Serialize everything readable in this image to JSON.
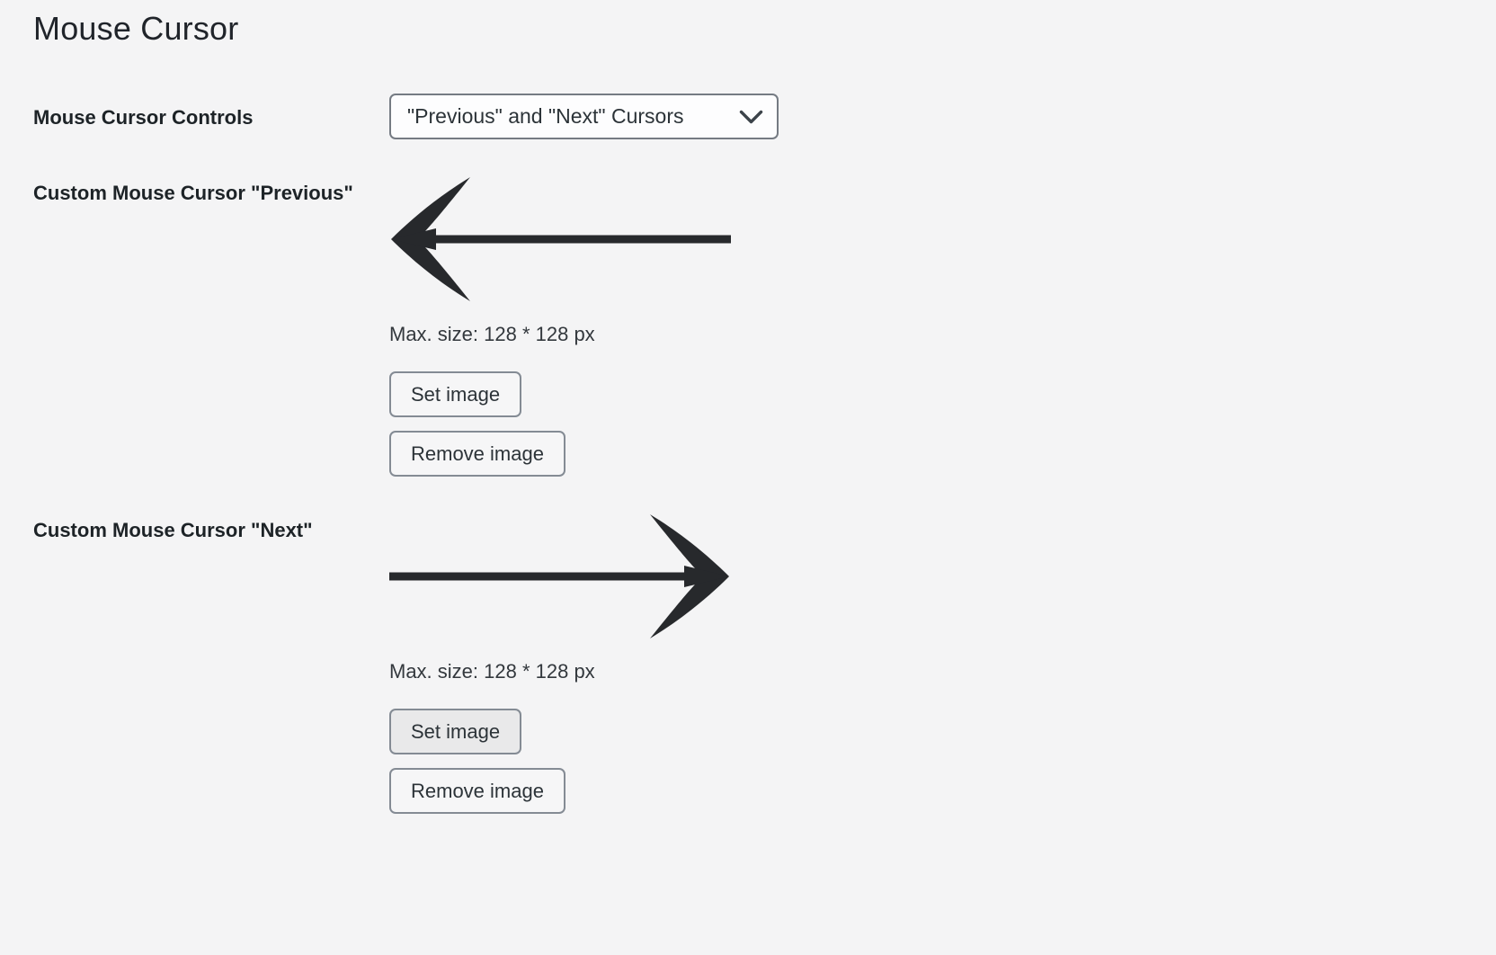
{
  "heading": "Mouse Cursor",
  "controls": {
    "label": "Mouse Cursor Controls",
    "select_value": "\"Previous\" and \"Next\" Cursors"
  },
  "previous": {
    "label": "Custom Mouse Cursor \"Previous\"",
    "max_size": "Max. size: 128 * 128 px",
    "set_label": "Set image",
    "remove_label": "Remove image"
  },
  "next": {
    "label": "Custom Mouse Cursor \"Next\"",
    "max_size": "Max. size: 128 * 128 px",
    "set_label": "Set image",
    "remove_label": "Remove image"
  },
  "icons": {
    "select_chevron": "chevron-down-icon",
    "previous_preview": "arrow-left-cursor-image",
    "next_preview": "arrow-right-cursor-image"
  },
  "colors": {
    "page_bg": "#f4f4f5",
    "heading_text": "#20242a",
    "label_text": "#1d2327",
    "body_text": "#33383d",
    "control_border": "#757b83",
    "button_border": "#848b94",
    "button_bg": "#f6f6f7",
    "button_bg_active": "#e9e9ea",
    "select_bg": "#fdfdfe",
    "arrow_color": "#27292c"
  }
}
